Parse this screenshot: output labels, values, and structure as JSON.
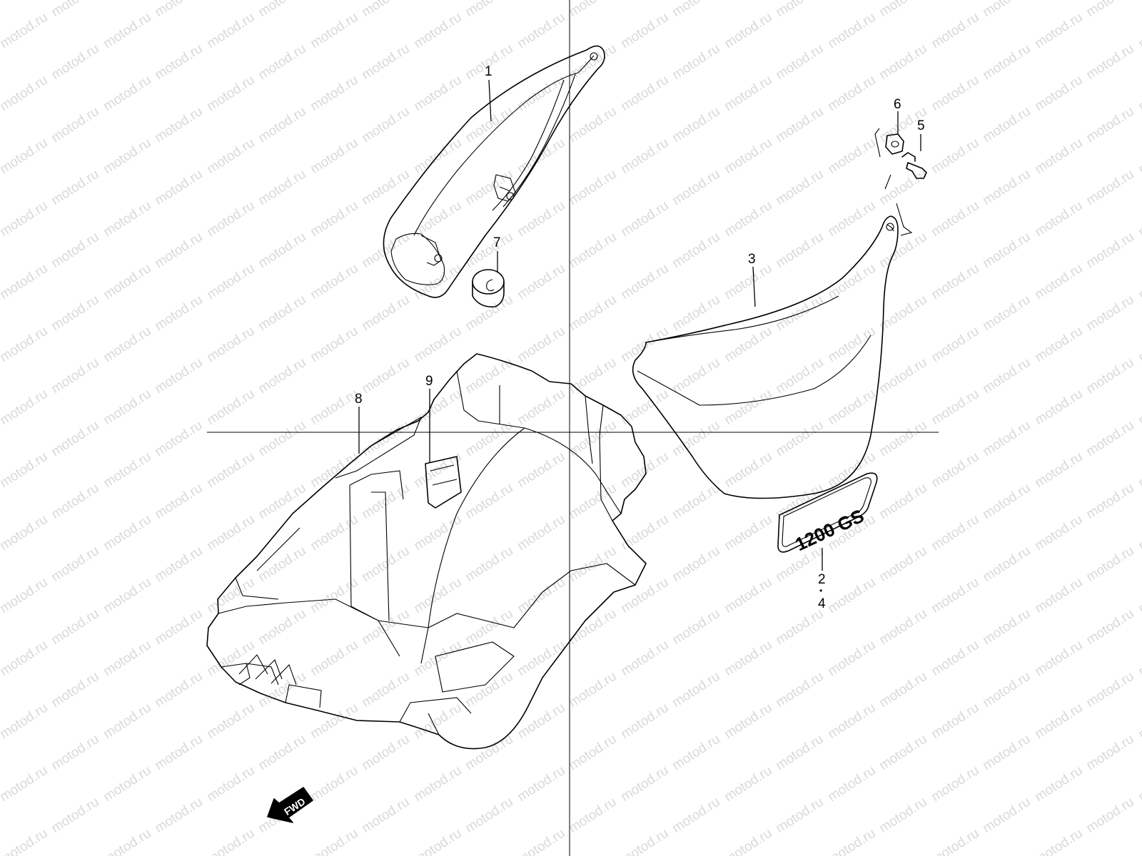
{
  "watermark": "motod.ru",
  "callouts": {
    "c1": "1",
    "c2": "2",
    "c3": "3",
    "c4": "4",
    "c5": "5",
    "c6": "6",
    "c7": "7",
    "c8": "8",
    "c9": "9",
    "c2_4_separator": "•"
  },
  "badge_text": "1200 GS",
  "fwd_arrow": {
    "label": "FWD",
    "icon": "forward-arrow-icon"
  },
  "colors": {
    "line": "#000000",
    "watermark": "#d9d9d9",
    "background": "#ffffff"
  }
}
